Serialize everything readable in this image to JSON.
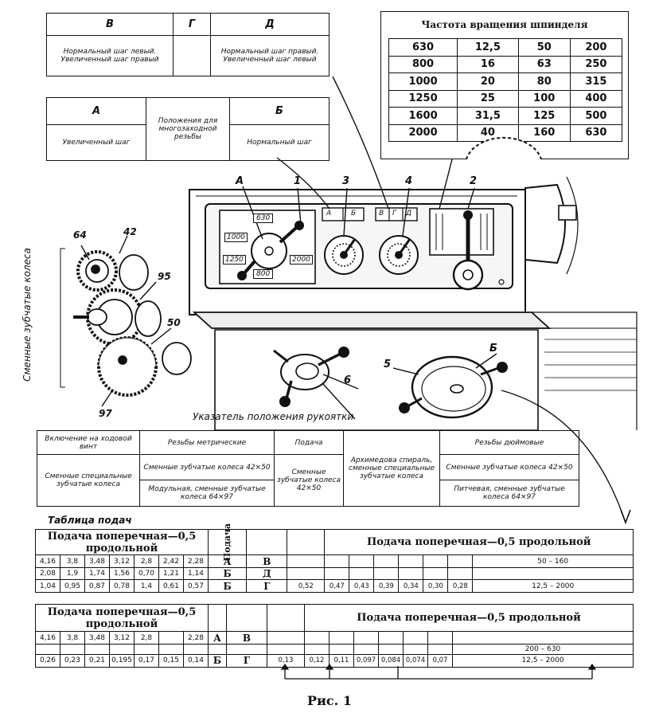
{
  "caption": "Рис. 1",
  "table_vgd": {
    "headers": [
      "В",
      "Г",
      "Д"
    ],
    "cells": [
      "Нормальный шаг левый. Увеличенный шаг правый",
      "",
      "Нормальный шаг правый. Увеличенный шаг левый"
    ]
  },
  "table_ab": {
    "a": "А",
    "b": "Б",
    "middle": "Положения для многозаходной резьбы",
    "a_text": "Увеличенный шаг",
    "b_text": "Нормальный шаг"
  },
  "spindle": {
    "title": "Частота вращения шпинделя",
    "rows": [
      [
        "630",
        "12,5",
        "50",
        "200"
      ],
      [
        "800",
        "16",
        "63",
        "250"
      ],
      [
        "1000",
        "20",
        "80",
        "315"
      ],
      [
        "1250",
        "25",
        "100",
        "400"
      ],
      [
        "1600",
        "31,5",
        "125",
        "500"
      ],
      [
        "2000",
        "40",
        "160",
        "630"
      ]
    ]
  },
  "labels": {
    "gears_side": "Сменные зубчатые колеса",
    "g64": "64",
    "g42": "42",
    "g95": "95",
    "g50": "50",
    "g97": "97",
    "A": "А",
    "n1": "1",
    "n3": "3",
    "n4": "4",
    "n2": "2",
    "n6": "6",
    "n5": "5",
    "B": "Б",
    "handle_pointer": "Указатель положения рукоятки",
    "feed_table_title": "Таблица подач"
  },
  "panel_speeds": [
    "630",
    "1000",
    "1250",
    "2000",
    "800"
  ],
  "panel_small": {
    "a": "А",
    "b": "Б",
    "v": "В",
    "g": "Г",
    "d": "Д"
  },
  "thread_table": {
    "col1_head": "Включение на ходовой винт",
    "col1_body": "Сменные специальные зубчатые колеса",
    "col2_head": "Резьбы метрические",
    "col2_a": "Сменные зубчатые колеса 42×50",
    "col2_b": "Модульная, сменные зубчатые колеса 64×97",
    "col3_head": "Подача",
    "col3_body": "Сменные зубчатые колеса 42×50",
    "col4": "Архимедова спираль, сменные специальные зубчатые колеса",
    "col5_head": "Резьбы дюймовые",
    "col5_a": "Сменные зубчатые колеса 42×50",
    "col5_b": "Питчевая, сменные зубчатые колеса 64×97"
  },
  "feed1": {
    "left_title": "Подача поперечная—0,5 продольной",
    "right_title": "Подача поперечная—0,5 продольной",
    "vertical": "Подача",
    "rows": [
      {
        "vals": [
          "4,16",
          "3,8",
          "3,48",
          "3,12",
          "2,8",
          "2,42",
          "2,28"
        ],
        "p1": "А",
        "p2": "В",
        "right": [
          "",
          "",
          "",
          "",
          "",
          "",
          ""
        ],
        "range": "50 – 160"
      },
      {
        "vals": [
          "2,08",
          "1,9",
          "1,74",
          "1,56",
          "0,70",
          "1,21",
          "1,14"
        ],
        "p1": "Б",
        "p2": "Д",
        "right": [
          "",
          "",
          "",
          "",
          "",
          "",
          ""
        ],
        "range": ""
      },
      {
        "vals": [
          "1,04",
          "0,95",
          "0,87",
          "0,78",
          "1,4",
          "0,61",
          "0,57"
        ],
        "p1": "Б",
        "p2": "Г",
        "right": [
          "0,52",
          "0,47",
          "0,43",
          "0,39",
          "0,34",
          "0,30",
          "0,28"
        ],
        "range": "12,5 – 2000"
      }
    ]
  },
  "feed2": {
    "left_title": "Подача поперечная—0,5 продольной",
    "right_title": "Подача поперечная—0,5 продольной",
    "rows": [
      {
        "vals": [
          "4,16",
          "3,8",
          "3,48",
          "3,12",
          "2,8",
          "",
          "2,28"
        ],
        "p1": "А",
        "p2": "В",
        "right": [
          "",
          "",
          "",
          "",
          "",
          "",
          ""
        ],
        "range": ""
      },
      {
        "vals": [
          "",
          "",
          "",
          "",
          "",
          "",
          ""
        ],
        "p1": "",
        "p2": "",
        "right": [
          "",
          "",
          "",
          "",
          "",
          "",
          ""
        ],
        "range": "200 – 630"
      },
      {
        "vals": [
          "0,26",
          "0,23",
          "0,21",
          "0,195",
          "0,17",
          "0,15",
          "0,14"
        ],
        "p1": "Б",
        "p2": "Г",
        "right": [
          "0,13",
          "0,12",
          "0,11",
          "0,097",
          "0,084",
          "0,074",
          "0,07"
        ],
        "range": "12,5 – 2000"
      }
    ]
  }
}
